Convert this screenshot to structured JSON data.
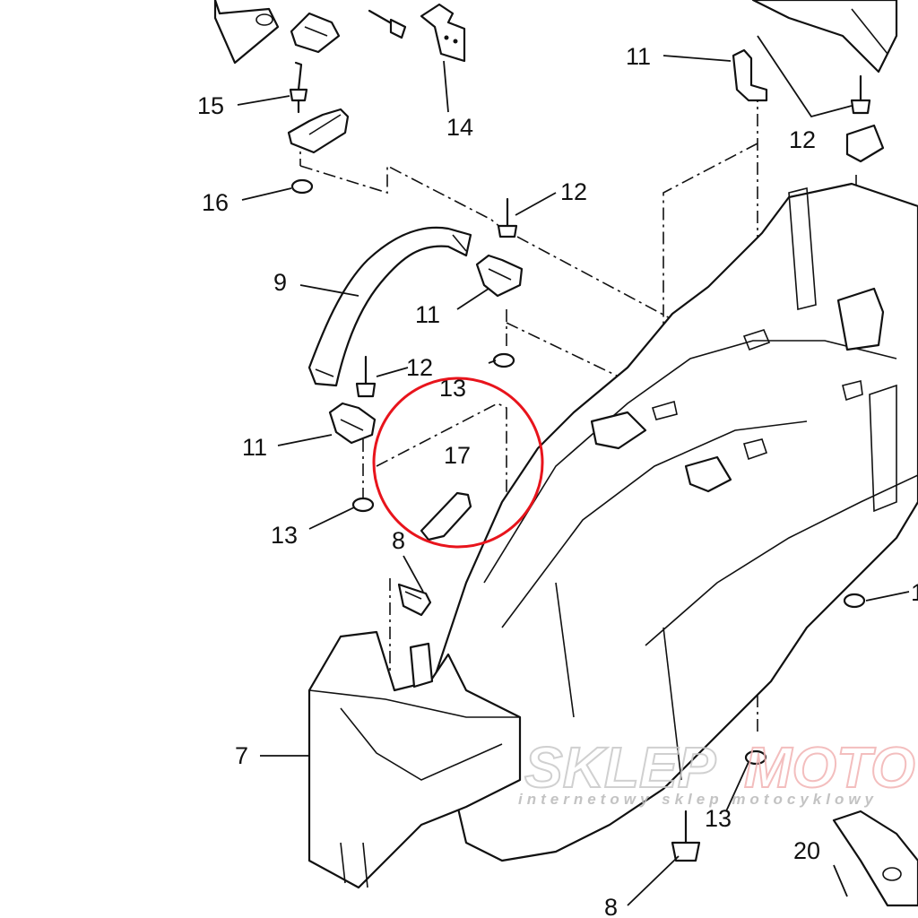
{
  "labels": {
    "l15": "15",
    "l14": "14",
    "l16": "16",
    "l9": "9",
    "l11a": "11",
    "l11b": "11",
    "l11c": "11",
    "l12a": "12",
    "l12b": "12",
    "l12c": "12",
    "l13a": "13",
    "l13b": "13",
    "l13c": "13",
    "l17": "17",
    "l8a": "8",
    "l8b": "8",
    "l7": "7",
    "l20": "20",
    "l_edge": "1"
  },
  "highlight": {
    "color": "#e8141c",
    "part": "17"
  },
  "watermark": {
    "brand_left": "SKLEP",
    "brand_right": "MOTO",
    "tagline": "internetowy sklep motocyklowy",
    "colors": {
      "left": "#c8c8c8",
      "right": "#f2b3b3"
    }
  }
}
